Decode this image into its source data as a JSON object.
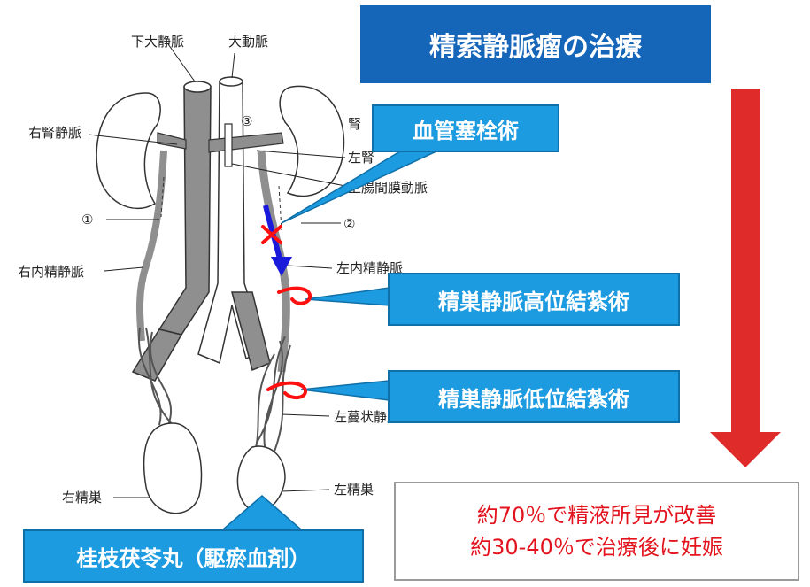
{
  "title": "精索静脈瘤の治療",
  "labels": {
    "ivc": "下大静脈",
    "aorta": "大動脈",
    "right_renal_vein": "右腎静脈",
    "left_renal_top": "腎",
    "left_renal_vein": "左腎",
    "sma": "上腸間膜動脈",
    "circle1": "①",
    "circle2": "②",
    "circle3": "③",
    "right_int_sperm": "右内精静脈",
    "left_int_sperm": "左内精静脈",
    "left_pampiniform": "左蔓状静脈叢",
    "right_testis": "右精巣",
    "left_testis": "左精巣"
  },
  "callouts": {
    "embolization": "血管塞栓術",
    "high_ligation": "精巣静脈高位結紮術",
    "low_ligation": "精巣静脈低位結紮術",
    "kampo": "桂枝茯苓丸（駆瘀血剤）"
  },
  "result": {
    "line1": "約70％で精液所見が改善",
    "line2": "約30-40％で治療後に妊娠"
  },
  "colors": {
    "title_bg": "#1565b8",
    "callout_bg": "#1d9be0",
    "arrow_red": "#e02b2b",
    "ligation_red": "#ff1010",
    "flow_blue": "#1a1adb",
    "result_text": "#e3131e"
  }
}
